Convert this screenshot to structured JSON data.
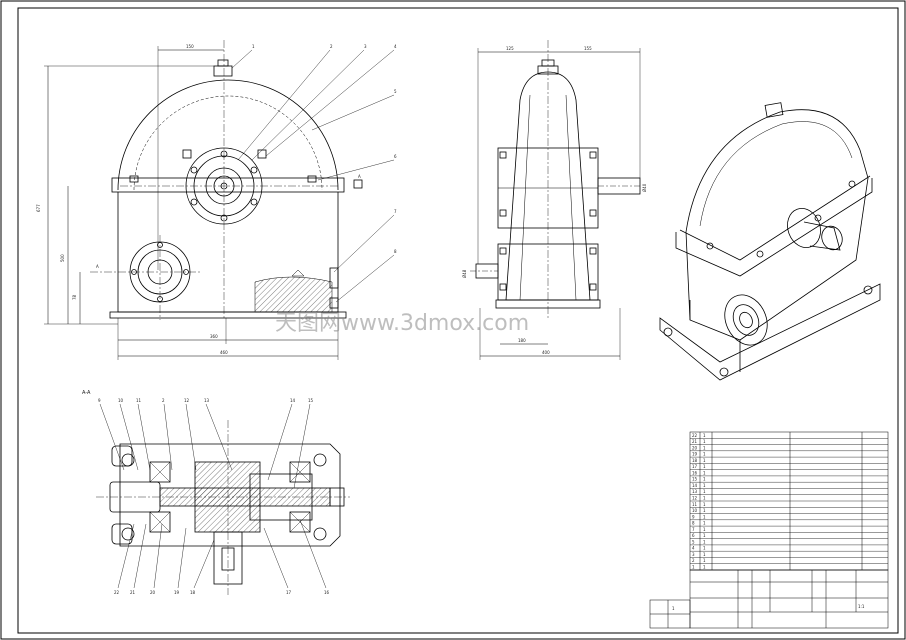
{
  "front_view": {
    "dims": {
      "top": "150",
      "bottom_left": "360",
      "bottom_total": "460",
      "h_total": "677",
      "h_mid": "500",
      "h_low": "78"
    },
    "section_mark": "A",
    "callouts": [
      "1",
      "2",
      "3",
      "4",
      "5",
      "6",
      "7",
      "8"
    ]
  },
  "side_view": {
    "dims": {
      "top_left": "125",
      "top_right": "155",
      "shaft_right": "Ø40",
      "shaft_left": "Ø48",
      "bottom_inner": "180",
      "bottom_total": "400"
    }
  },
  "section_view": {
    "label": "A-A",
    "callouts_top": [
      "9",
      "10",
      "11",
      "2",
      "12",
      "13",
      "14",
      "15"
    ],
    "callouts_bottom": [
      "22",
      "21",
      "20",
      "19",
      "18",
      "17",
      "16"
    ]
  },
  "watermark": "天图网www.3dmox.com",
  "bom": {
    "rows": [
      {
        "no": "22",
        "qty": "1",
        "name": "",
        "std": "",
        "mat": "",
        "note": ""
      },
      {
        "no": "21",
        "qty": "1",
        "name": "",
        "std": "",
        "mat": "",
        "note": ""
      },
      {
        "no": "20",
        "qty": "1",
        "name": "",
        "std": "",
        "mat": "",
        "note": ""
      },
      {
        "no": "19",
        "qty": "1",
        "name": "",
        "std": "",
        "mat": "",
        "note": ""
      },
      {
        "no": "18",
        "qty": "1",
        "name": "",
        "std": "",
        "mat": "",
        "note": ""
      },
      {
        "no": "17",
        "qty": "1",
        "name": "",
        "std": "",
        "mat": "",
        "note": ""
      },
      {
        "no": "16",
        "qty": "1",
        "name": "",
        "std": "",
        "mat": "",
        "note": ""
      },
      {
        "no": "15",
        "qty": "1",
        "name": "",
        "std": "",
        "mat": "",
        "note": ""
      },
      {
        "no": "14",
        "qty": "1",
        "name": "",
        "std": "",
        "mat": "",
        "note": ""
      },
      {
        "no": "13",
        "qty": "1",
        "name": "",
        "std": "",
        "mat": "",
        "note": ""
      },
      {
        "no": "12",
        "qty": "1",
        "name": "",
        "std": "",
        "mat": "",
        "note": ""
      },
      {
        "no": "11",
        "qty": "1",
        "name": "",
        "std": "",
        "mat": "",
        "note": ""
      },
      {
        "no": "10",
        "qty": "1",
        "name": "",
        "std": "",
        "mat": "",
        "note": ""
      },
      {
        "no": "9",
        "qty": "1",
        "name": "",
        "std": "",
        "mat": "",
        "note": ""
      },
      {
        "no": "8",
        "qty": "1",
        "name": "",
        "std": "",
        "mat": "",
        "note": ""
      },
      {
        "no": "7",
        "qty": "1",
        "name": "",
        "std": "",
        "mat": "",
        "note": ""
      },
      {
        "no": "6",
        "qty": "1",
        "name": "",
        "std": "",
        "mat": "",
        "note": ""
      },
      {
        "no": "5",
        "qty": "1",
        "name": "",
        "std": "",
        "mat": "",
        "note": ""
      },
      {
        "no": "4",
        "qty": "1",
        "name": "",
        "std": "",
        "mat": "",
        "note": ""
      },
      {
        "no": "3",
        "qty": "1",
        "name": "",
        "std": "",
        "mat": "",
        "note": ""
      },
      {
        "no": "2",
        "qty": "1",
        "name": "",
        "std": "",
        "mat": "",
        "note": ""
      },
      {
        "no": "1",
        "qty": "1",
        "name": "",
        "std": "",
        "mat": "",
        "note": ""
      }
    ]
  },
  "title_block": {
    "scale": "1:1",
    "sheet": "1"
  }
}
